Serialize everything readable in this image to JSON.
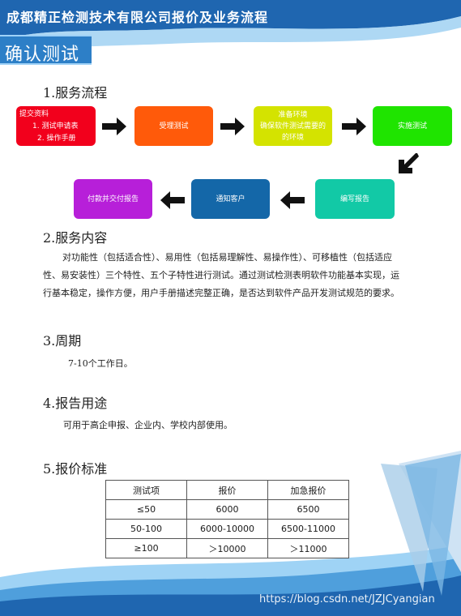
{
  "header": {
    "title": "成都精正检测技术有限公司报价及业务流程"
  },
  "confirm": {
    "label": "确认测试"
  },
  "section1": {
    "heading": "1.服务流程",
    "steps": {
      "s1": {
        "title": "提交资料",
        "line1": "1. 测试申请表",
        "line2": "2. 操作手册"
      },
      "s2": "受理测试",
      "s3": {
        "line1": "准备环境",
        "line2": "确保软件测试需要的",
        "line3": "的环境"
      },
      "s4": "实施测试",
      "s5": "编写报告",
      "s6": "通知客户",
      "s7": "付款并交付报告"
    }
  },
  "section2": {
    "heading": "2.服务内容",
    "paragraph": "对功能性（包括适合性）、易用性（包括易理解性、易操作性）、可移植性（包括适应性、易安装性）三个特性、五个子特性进行测试。通过测试检测表明软件功能基本实现，运行基本稳定，操作方便，用户手册描述完整正确，是否达到软件产品开发测试规范的要求。"
  },
  "section3": {
    "heading": "3.周期",
    "text": "7-10个工作日。"
  },
  "section4": {
    "heading": "4.报告用途",
    "text": "可用于高企申报、企业内、学校内部使用。"
  },
  "section5": {
    "heading": "5.报价标准",
    "table": {
      "headers": [
        "测试项",
        "报价",
        "加急报价"
      ],
      "rows": [
        [
          "≤50",
          "6000",
          "6500"
        ],
        [
          "50-100",
          "6000-10000",
          "6500-11000"
        ],
        [
          "≥100",
          "＞10000",
          "＞11000"
        ]
      ]
    }
  },
  "watermark": "https://blog.csdn.net/JZJCyangian",
  "colors": {
    "step1": "#f2001c",
    "step2": "#ff5a0a",
    "step3": "#d4e300",
    "step4": "#1fe400",
    "step5": "#12c9a6",
    "step6": "#1467a8",
    "step7": "#b71fd9",
    "header_blue": "#1f66b0"
  }
}
